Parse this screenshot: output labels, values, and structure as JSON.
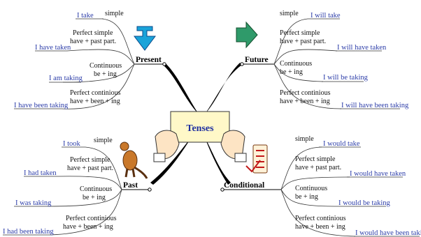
{
  "center": "Tenses",
  "branches": {
    "present": {
      "label": "Present",
      "items": [
        {
          "structure": [
            "simple"
          ],
          "example": "I take"
        },
        {
          "structure": [
            "Perfect simple",
            "have + past part."
          ],
          "example": "I have taken"
        },
        {
          "structure": [
            "Continuous",
            "be + ing"
          ],
          "example": "I am taking"
        },
        {
          "structure": [
            "Perfect continious",
            "have + been + ing"
          ],
          "example": "I have been taking"
        }
      ]
    },
    "future": {
      "label": "Future",
      "items": [
        {
          "structure": [
            "simple"
          ],
          "example": "I will take"
        },
        {
          "structure": [
            "Perfect simple",
            "have + past part."
          ],
          "example": "I will have taken"
        },
        {
          "structure": [
            "Continuous",
            "be + ing"
          ],
          "example": "I will be taking"
        },
        {
          "structure": [
            "Perfect continious",
            "have + been + ing"
          ],
          "example": "I will have been taking"
        }
      ]
    },
    "past": {
      "label": "Past",
      "items": [
        {
          "structure": [
            "simple"
          ],
          "example": "I took"
        },
        {
          "structure": [
            "Perfect simple",
            "have + past part."
          ],
          "example": "I had taken"
        },
        {
          "structure": [
            "Continuous",
            "be + ing"
          ],
          "example": "I was taking"
        },
        {
          "structure": [
            "Perfect continious",
            "have + been + ing"
          ],
          "example": "I had been taking"
        }
      ]
    },
    "conditional": {
      "label": "Conditional",
      "items": [
        {
          "structure": [
            "simple"
          ],
          "example": "I would take"
        },
        {
          "structure": [
            "Perfect simple",
            "have + past part."
          ],
          "example": "I would have taken"
        },
        {
          "structure": [
            "Continuous",
            "be + ing"
          ],
          "example": "I would be taking"
        },
        {
          "structure": [
            "Perfect continious",
            "have + been + ing"
          ],
          "example": "I would have been taking"
        }
      ]
    }
  },
  "colors": {
    "example_text": "#2b3ca8",
    "card": "#fff8c8",
    "present_arrow": "#1aa3d9",
    "future_arrow": "#2f9a6a"
  },
  "icons": [
    "down-arrow-icon",
    "right-arrow-icon",
    "dinosaur-icon",
    "checklist-icon",
    "hands-holding-card-icon"
  ]
}
